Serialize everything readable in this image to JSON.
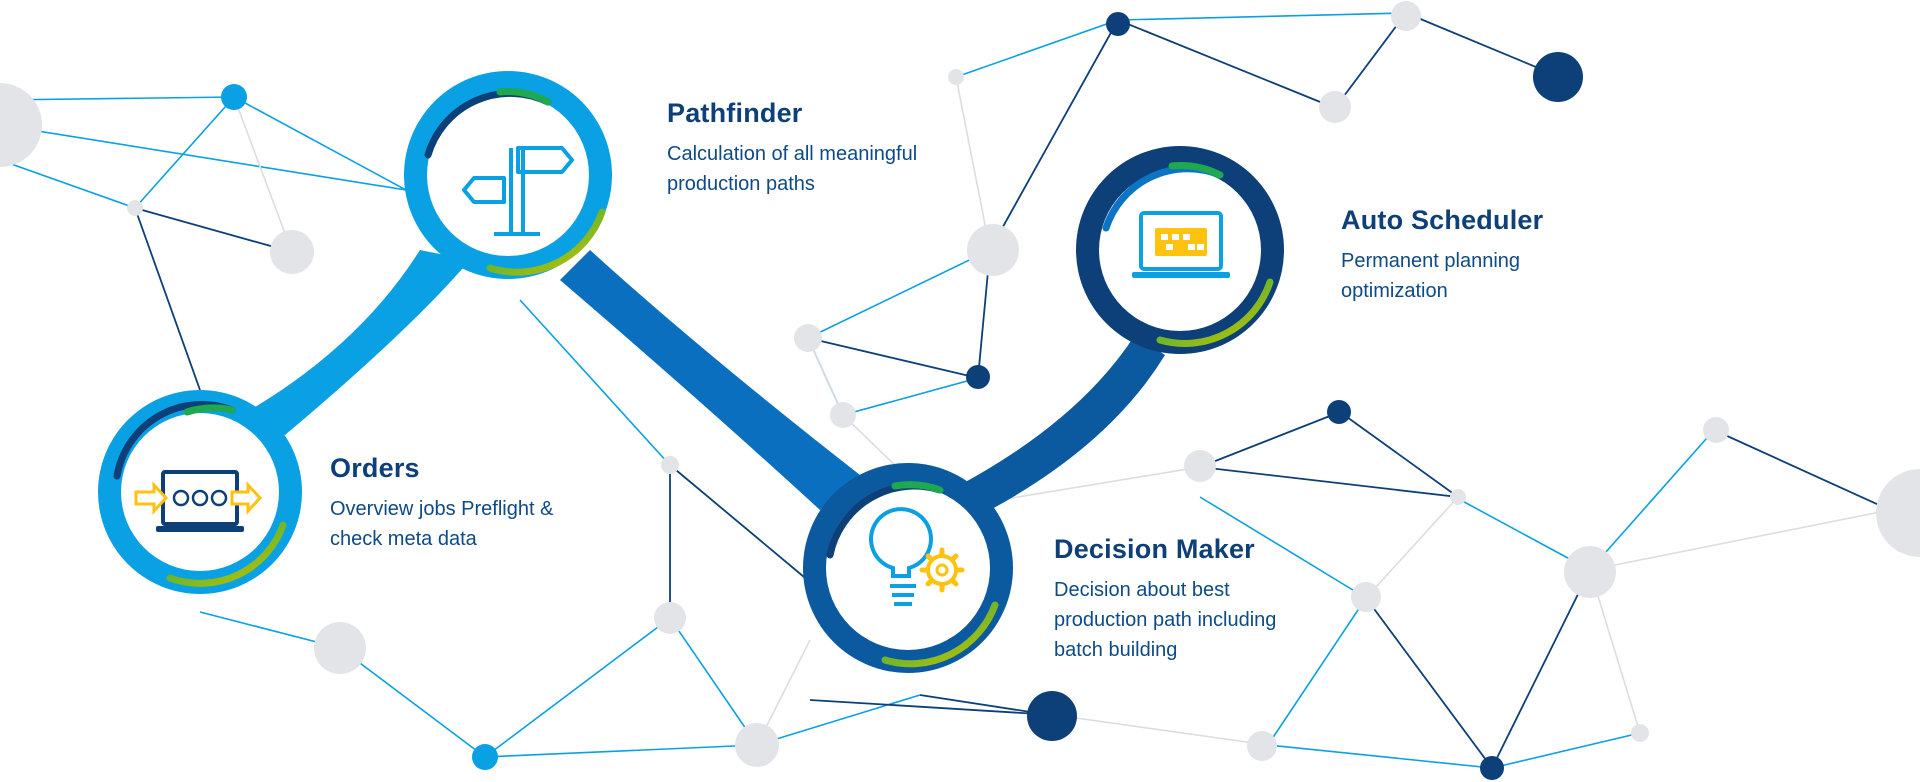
{
  "colors": {
    "light_blue": "#0aa0e4",
    "navy": "#0d3f78",
    "mid_blue": "#0b74c4",
    "dark_blue": "#0b5aa0",
    "grey_node": "#e3e4e7",
    "green": "#1fa84f",
    "yellow": "#ffc20e"
  },
  "stages": [
    {
      "id": "orders",
      "title": "Orders",
      "description": [
        "Overview jobs Preflight &",
        "check meta data"
      ],
      "icon": "laptop-workflow-icon"
    },
    {
      "id": "pathfinder",
      "title": "Pathfinder",
      "description": [
        "Calculation of all meaningful",
        "production paths"
      ],
      "icon": "signpost-icon"
    },
    {
      "id": "decision_maker",
      "title": "Decision Maker",
      "description": [
        "Decision about best",
        "production path including",
        "batch building"
      ],
      "icon": "lightbulb-gear-icon"
    },
    {
      "id": "auto_scheduler",
      "title": "Auto Scheduler",
      "description": [
        "Permanent planning",
        "optimization"
      ],
      "icon": "laptop-schedule-icon"
    }
  ]
}
